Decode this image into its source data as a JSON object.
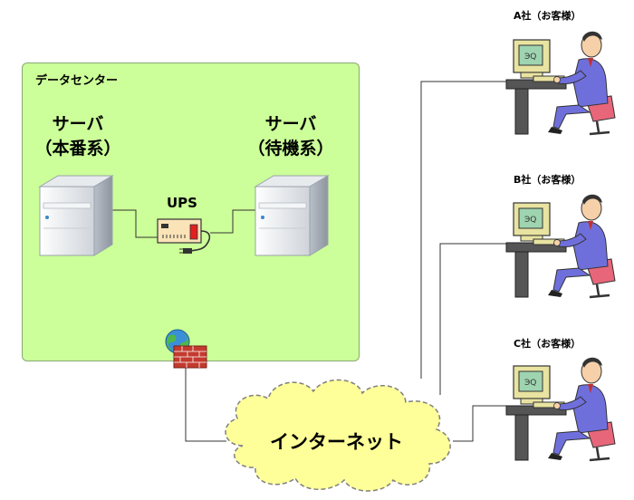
{
  "datacenter": {
    "title": "データセンター"
  },
  "server_primary": {
    "line1": "サーバ",
    "line2": "（本番系）"
  },
  "server_standby": {
    "line1": "サーバ",
    "line2": "（待機系）"
  },
  "ups": {
    "label": "UPS"
  },
  "internet": {
    "label": "インターネット"
  },
  "customers": [
    {
      "label": "A社（お客様）"
    },
    {
      "label": "B社（お客様）"
    },
    {
      "label": "C社（お客様）"
    }
  ],
  "colors": {
    "datacenter_fill": "#ccff99",
    "cloud_fill": "#ffff99",
    "cloud_stroke": "#7f7f7f",
    "firewall": "#c0392b",
    "suit": "#6f6fdc",
    "chair": "#e8667a"
  }
}
